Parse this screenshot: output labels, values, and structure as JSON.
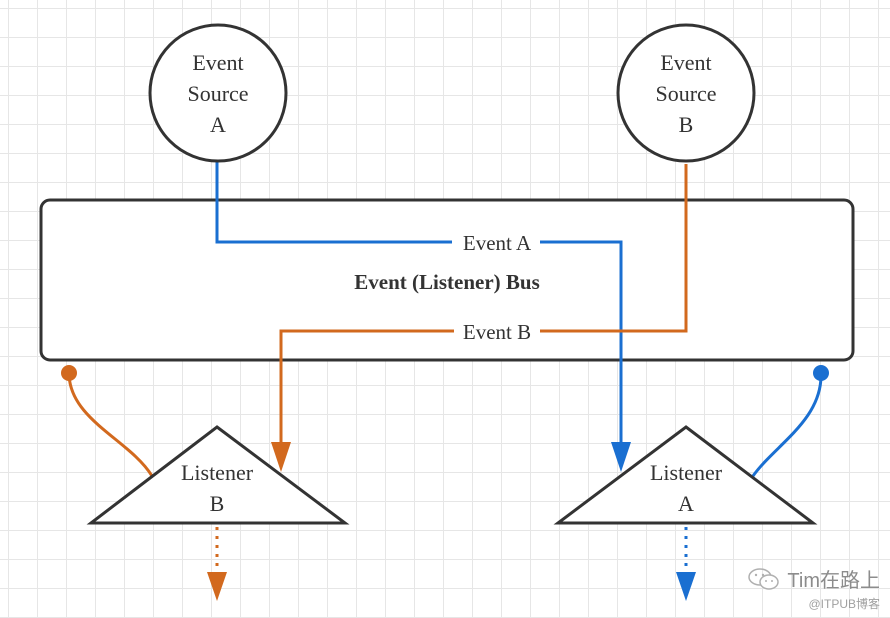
{
  "diagram": {
    "title": "Event (Listener) Bus",
    "colors": {
      "event_a": "#1a6fd1",
      "event_b": "#d2691e",
      "stroke": "#333333",
      "grid": "#e6e6e6"
    },
    "nodes": {
      "source_a": {
        "line1": "Event",
        "line2": "Source",
        "line3": "A"
      },
      "source_b": {
        "line1": "Event",
        "line2": "Source",
        "line3": "B"
      },
      "bus": {
        "label": "Event (Listener) Bus"
      },
      "listener_b": {
        "line1": "Listener",
        "line2": "B"
      },
      "listener_a": {
        "line1": "Listener",
        "line2": "A"
      }
    },
    "edges": {
      "event_a": {
        "label": "Event A",
        "from": "Event Source A",
        "to": "Listener A"
      },
      "event_b": {
        "label": "Event B",
        "from": "Event Source B",
        "to": "Listener B"
      },
      "subscribe_b": {
        "from": "Listener B",
        "to": "Event (Listener) Bus"
      },
      "subscribe_a": {
        "from": "Listener A",
        "to": "Event (Listener) Bus"
      }
    }
  },
  "watermark": {
    "main": "Tim在路上",
    "sub": "@ITPUB博客"
  }
}
